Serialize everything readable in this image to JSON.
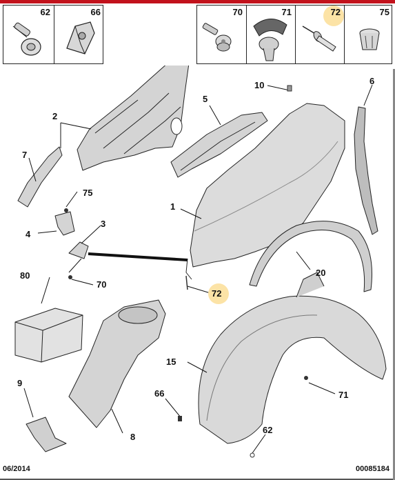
{
  "header_bar_color": "#c2121c",
  "highlight_color": "#fce3a6",
  "left_box": [
    {
      "num": "62",
      "icon": "screw-icon"
    },
    {
      "num": "66",
      "icon": "clip-nut-icon"
    }
  ],
  "right_box": [
    {
      "num": "70",
      "icon": "bolt-icon"
    },
    {
      "num": "71",
      "icon": "push-clip-icon"
    },
    {
      "num": "72",
      "icon": "rivet-icon",
      "highlighted": true
    },
    {
      "num": "75",
      "icon": "rivet-nut-icon"
    }
  ],
  "labels": {
    "l1": "1",
    "l2": "2",
    "l3": "3",
    "l4": "4",
    "l5": "5",
    "l6": "6",
    "l7": "7",
    "l8": "8",
    "l9": "9",
    "l10": "10",
    "l15": "15",
    "l20": "20",
    "l62": "62",
    "l66": "66",
    "l70": "70",
    "l71": "71",
    "l72": "72",
    "l75": "75",
    "l80": "80"
  },
  "footer": {
    "date": "06/2014",
    "ref": "00085184"
  }
}
